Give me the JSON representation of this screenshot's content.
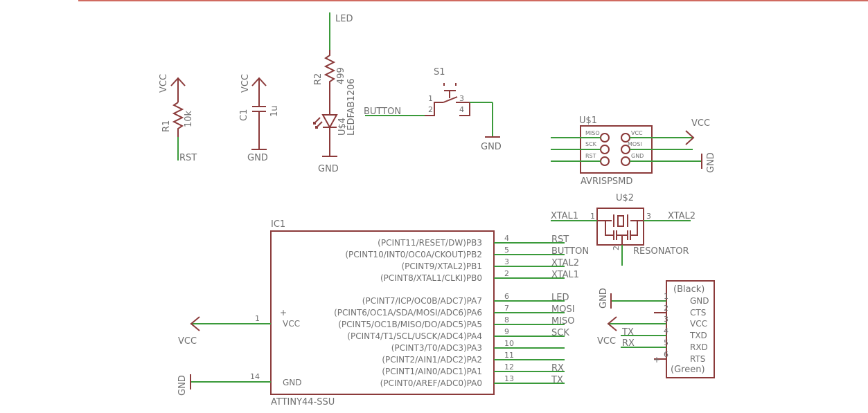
{
  "colors": {
    "symbol": "#8b3a3a",
    "wire": "#3a9a3a",
    "text": "#6f6f6f",
    "frame": "#c0392b"
  },
  "r1": {
    "name": "R1",
    "value": "10k",
    "supply": "VCC",
    "net": "RST"
  },
  "c1": {
    "name": "C1",
    "value": "1u",
    "supply": "VCC",
    "net": "GND"
  },
  "r2": {
    "name": "R2",
    "value": "499",
    "top_net": "LED"
  },
  "led": {
    "name": "U$4",
    "value": "LEDFAB1206",
    "net": "GND"
  },
  "s1": {
    "name": "S1",
    "pin1": "1",
    "pin2": "2",
    "pin3": "3",
    "pin4": "4",
    "net_left": "BUTTON",
    "net_right": "GND"
  },
  "avrisp": {
    "name": "U$1",
    "value": "AVRISPSMD",
    "left_pins": [
      "MISO",
      "SCK",
      "RST"
    ],
    "right_pins": [
      "VCC",
      "MOSI",
      "GND"
    ],
    "net_vcc": "VCC",
    "net_gnd": "GND"
  },
  "resonator": {
    "name": "U$2",
    "value": "RESONATOR",
    "pin1": "1",
    "pin2": "2",
    "pin3": "3",
    "net_left": "XTAL1",
    "net_right": "XTAL2"
  },
  "ic1": {
    "name": "IC1",
    "value": "ATTINY44-SSU",
    "vcc_label": "VCC",
    "gnd_label": "GND",
    "vcc_pin": "1",
    "gnd_pin": "14",
    "net_vcc": "VCC",
    "net_gnd": "GND",
    "pins": [
      {
        "label": "(PCINT11/RESET/DW)PB3",
        "num": "4",
        "net": "RST"
      },
      {
        "label": "(PCINT10/INT0/OC0A/CKOUT)PB2",
        "num": "5",
        "net": "BUTTON"
      },
      {
        "label": "(PCINT9/XTAL2)PB1",
        "num": "3",
        "net": "XTAL2"
      },
      {
        "label": "(PCINT8/XTAL1/CLKI)PB0",
        "num": "2",
        "net": "XTAL1"
      },
      {
        "label": "(PCINT7/ICP/OC0B/ADC7)PA7",
        "num": "6",
        "net": "LED"
      },
      {
        "label": "(PCINT6/OC1A/SDA/MOSI/ADC6)PA6",
        "num": "7",
        "net": "MOSI"
      },
      {
        "label": "(PCINT5/OC1B/MISO/DO/ADC5)PA5",
        "num": "8",
        "net": "MISO"
      },
      {
        "label": "(PCINT4/T1/SCL/USCK/ADC4)PA4",
        "num": "9",
        "net": "SCK"
      },
      {
        "label": "(PCINT3/T0/ADC3)PA3",
        "num": "10",
        "net": ""
      },
      {
        "label": "(PCINT2/AIN1/ADC2)PA2",
        "num": "11",
        "net": ""
      },
      {
        "label": "(PCINT1/AIN0/ADC1)PA1",
        "num": "12",
        "net": "RX"
      },
      {
        "label": "(PCINT0/AREF/ADC0)PA0",
        "num": "13",
        "net": "TX"
      }
    ]
  },
  "ftdi": {
    "top_label": "(Black)",
    "bottom_label": "(Green)",
    "pins": [
      {
        "num": "1",
        "label": "GND"
      },
      {
        "num": "2",
        "label": "CTS"
      },
      {
        "num": "3",
        "label": "VCC"
      },
      {
        "num": "4",
        "label": "TXD"
      },
      {
        "num": "5",
        "label": "RXD"
      },
      {
        "num": "6",
        "label": "RTS"
      }
    ],
    "net_gnd": "GND",
    "net_vcc": "VCC",
    "net_tx": "TX",
    "net_rx": "RX"
  }
}
